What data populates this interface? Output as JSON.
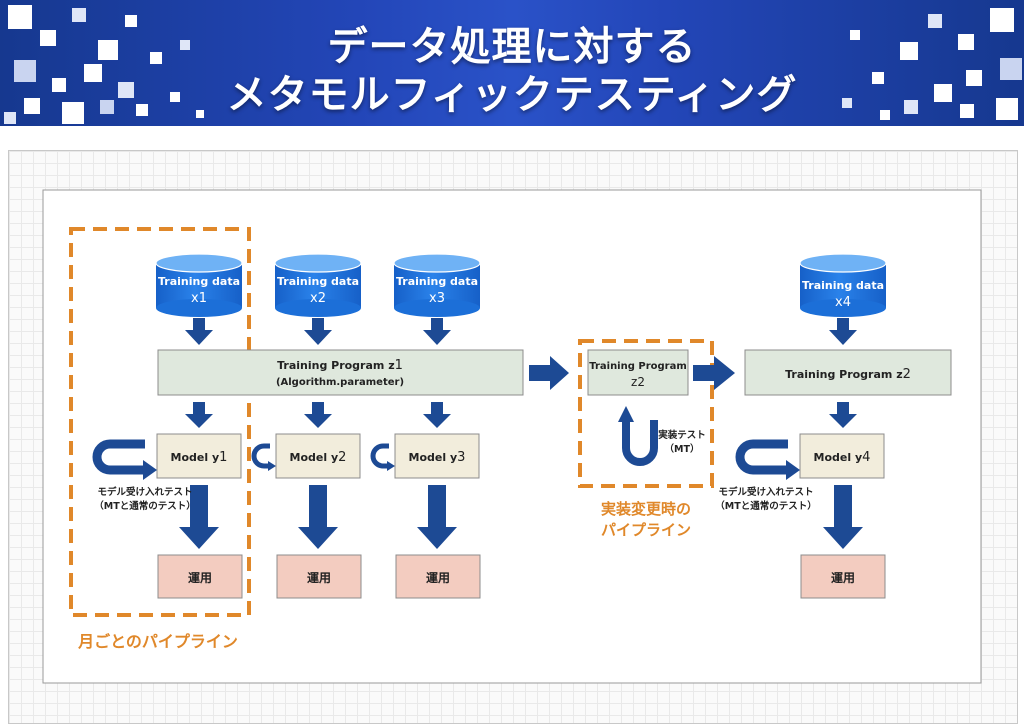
{
  "header": {
    "title_line1": "データ処理に対する",
    "title_line2": "メタモルフィックテスティング"
  },
  "colors": {
    "header_blue": "#1f3fa8",
    "dataset_blue": "#1c6fd8",
    "arrow_navy": "#1d4a94",
    "program_green": "#dfe8dd",
    "model_beige": "#f2eddc",
    "ops_pink": "#f3ccc0",
    "dash_orange": "#e0882a"
  },
  "datasets": [
    {
      "label": "Training data",
      "var": "x",
      "sub": "1"
    },
    {
      "label": "Training data",
      "var": "x",
      "sub": "2"
    },
    {
      "label": "Training data",
      "var": "x",
      "sub": "3"
    },
    {
      "label": "Training data",
      "var": "x",
      "sub": "4"
    }
  ],
  "program_main": {
    "label": "Training Program z",
    "sub": "1",
    "line2": "(Algorithm.parameter)"
  },
  "program_mid": {
    "label": "Training Program",
    "line2_var": "z",
    "line2_sub": "2"
  },
  "program_right": {
    "label": "Training Program z",
    "sub": "2"
  },
  "models": [
    {
      "label": "Model y",
      "sub": "1"
    },
    {
      "label": "Model y",
      "sub": "2"
    },
    {
      "label": "Model y",
      "sub": "3"
    },
    {
      "label": "Model y",
      "sub": "4"
    }
  ],
  "ops_label": "運用",
  "acceptance_test": {
    "line1": "モデル受け入れテスト",
    "line2": "（MTと通常のテスト）"
  },
  "impl_test": {
    "line1": "実装テスト",
    "line2": "（MT）"
  },
  "monthly_pipeline": "月ごとのパイプライン",
  "impl_change_pipeline": {
    "line1": "実装変更時の",
    "line2": "パイプライン"
  }
}
